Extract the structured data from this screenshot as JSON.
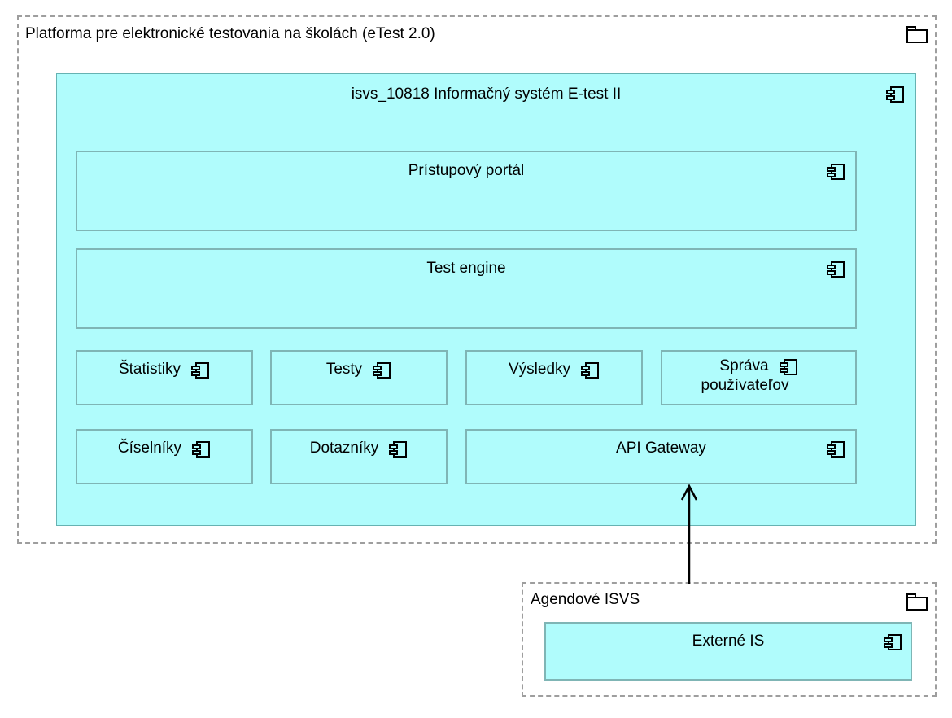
{
  "diagram": {
    "type": "uml-component-diagram",
    "background": "#ffffff",
    "component_fill": "#b0fcfc",
    "component_border": "#7fb5b5",
    "group_border": "#9e9e9e",
    "text_color": "#000000"
  },
  "groups": [
    {
      "id": "platform",
      "title": "Platforma pre elektronické testovania na školách (eTest 2.0)",
      "icon": "folder-icon"
    },
    {
      "id": "agendove",
      "title": "Agendové ISVS",
      "icon": "folder-icon"
    }
  ],
  "root_component": {
    "label": "isvs_10818 Informačný systém E-test II",
    "icon": "component-icon"
  },
  "components": [
    {
      "id": "pristupovy-portal",
      "label": "Prístupový portál",
      "icon": "component-icon",
      "layout": "wide"
    },
    {
      "id": "test-engine",
      "label": "Test engine",
      "icon": "component-icon",
      "layout": "wide"
    },
    {
      "id": "statistiky",
      "label": "Štatistiky",
      "icon": "component-icon",
      "layout": "inline"
    },
    {
      "id": "testy",
      "label": "Testy",
      "icon": "component-icon",
      "layout": "inline"
    },
    {
      "id": "vysledky",
      "label": "Výsledky",
      "icon": "component-icon",
      "layout": "inline"
    },
    {
      "id": "sprava-pouzivatelov",
      "label": "Správa\npoužívateľov",
      "label_line1": "Správa",
      "label_line2": "používateľov",
      "icon": "component-icon",
      "layout": "inline-wrap"
    },
    {
      "id": "ciselniky",
      "label": "Číselníky",
      "icon": "component-icon",
      "layout": "inline"
    },
    {
      "id": "dotazniky",
      "label": "Dotazníky",
      "icon": "component-icon",
      "layout": "inline"
    },
    {
      "id": "api-gateway",
      "label": "API Gateway",
      "icon": "component-icon",
      "layout": "wide"
    }
  ],
  "external_component": {
    "id": "externe-is",
    "label": "Externé IS",
    "icon": "component-icon",
    "layout": "wide"
  },
  "connections": [
    {
      "id": "externe-is-to-api-gateway",
      "from": "externe-is",
      "to": "api-gateway",
      "style": "solid",
      "arrowhead": "open",
      "direction": "up"
    }
  ]
}
